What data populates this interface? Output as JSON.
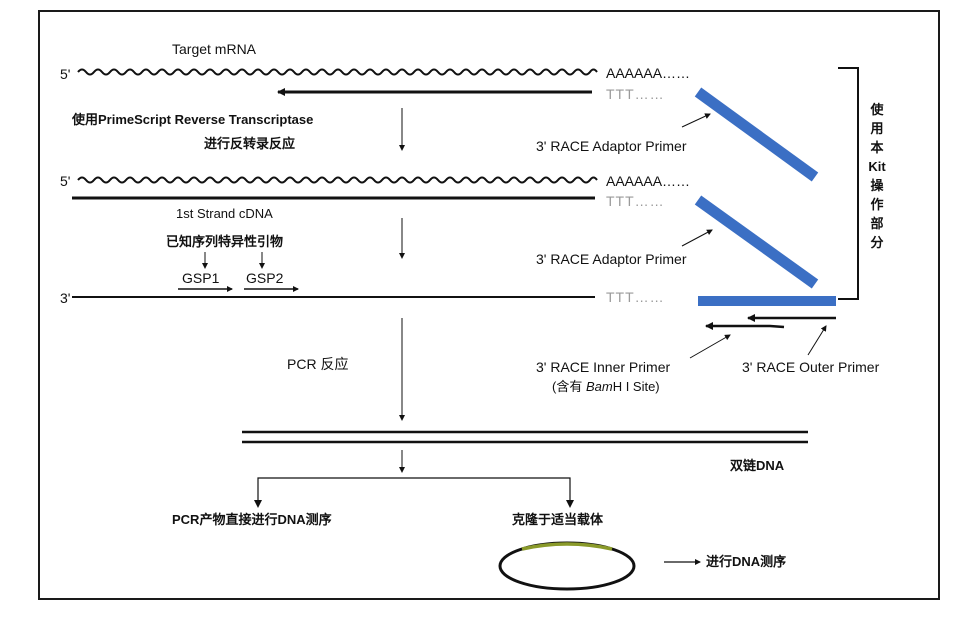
{
  "labels": {
    "five_prime_1": "5'",
    "target_mrna": "Target mRNA",
    "poly_a_1": "AAAAAA……",
    "ttt_1": "TTT……",
    "rt_line1": "使用PrimeScript Reverse Transcriptase",
    "rt_line2": "进行反转录反应",
    "adaptor_primer_1": "3' RACE Adaptor Primer",
    "five_prime_2": "5'",
    "poly_a_2": "AAAAAA……",
    "ttt_2": "TTT……",
    "first_strand": "1st Strand cDNA",
    "gsp_header": "已知序列特异性引物",
    "gsp1": "GSP1",
    "gsp2": "GSP2",
    "adaptor_primer_2": "3' RACE Adaptor Primer",
    "three_prime": "3'",
    "ttt_3": "TTT……",
    "pcr_reaction": "PCR 反应",
    "inner_primer": "3' RACE Inner Primer",
    "inner_primer_note_prefix": "(含有 ",
    "inner_primer_note_italic": "Bam",
    "inner_primer_note_suffix": "H I Site)",
    "outer_primer": "3' RACE Outer Primer",
    "kit_bracket": "使用本Kit操作部分",
    "double_strand": "双链DNA",
    "direct_sequencing": "PCR产物直接进行DNA测序",
    "cloning": "克隆于适当载体",
    "vector_sequencing": "进行DNA测序"
  },
  "colors": {
    "primer_blue": "#3b6fc4",
    "line": "#111111",
    "vector_top": "#8a9a2a"
  }
}
